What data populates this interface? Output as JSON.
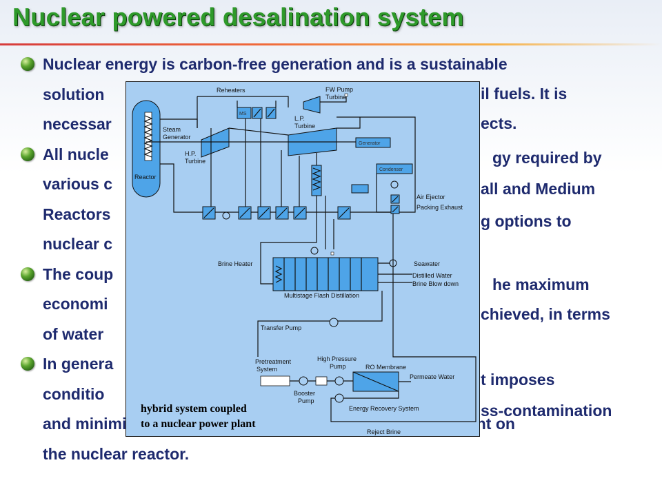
{
  "slide": {
    "title": "Nuclear powered desalination system",
    "bullets": [
      {
        "lines": [
          "Nuclear energy is carbon-free generation and is a sustainable",
          "solution",
          "necessar"
        ],
        "right_fragments": [
          "il fuels. It is",
          "ects."
        ]
      },
      {
        "lines": [
          "All nucle",
          "various c",
          "Reactors",
          "nuclear c"
        ],
        "right_fragments": [
          "gy required by",
          "all and Medium",
          "g options to"
        ]
      },
      {
        "lines": [
          "The coup",
          "economi",
          "of water"
        ],
        "right_fragments": [
          "he maximum",
          "chieved, in terms"
        ]
      },
      {
        "lines": [
          "In genera",
          "conditio",
          "and minimising the impact of the thermal desalination plant on",
          "the nuclear reactor."
        ],
        "right_fragments": [
          "t imposes",
          "ss-contamination"
        ]
      }
    ]
  },
  "diagram": {
    "labels": {
      "reheaters": "Reheaters",
      "fw_pump_turbine": "FW Pump\nTurbine",
      "ms": "MS",
      "lp_turbine": "L.P.\nTurbine",
      "steam_generator": "Steam\nGenerator",
      "hp_turbine": "H.P.\nTurbine",
      "generator": "Generator",
      "condenser": "Condenser",
      "reactor": "Reactor",
      "air_ejector": "Air Ejector",
      "packing_exhaust": "Packing Exhaust",
      "brine_heater": "Brine Heater",
      "seawater": "Seawater",
      "distilled_water": "Distilled Water",
      "brine_blow_down": "Brine Blow down",
      "msf": "Multistage Flash Distillation",
      "transfer_pump": "Transfer Pump",
      "pretreatment_system": "Pretreatment\nSystem",
      "high_pressure_pump": "High Pressure\nPump",
      "ro_membrane": "RO Membrane",
      "permeate_water": "Permeate Water",
      "booster_pump": "Booster\nPump",
      "energy_recovery_system": "Energy Recovery System",
      "reject_brine": "Reject Brine"
    },
    "caption": "hybrid system coupled\nto a nuclear power plant"
  },
  "colors": {
    "title": "#2e9a2a",
    "bullet_text": "#1e2a6e",
    "diagram_bg": "#a8cef2",
    "equipment": "#4ea4e8"
  }
}
